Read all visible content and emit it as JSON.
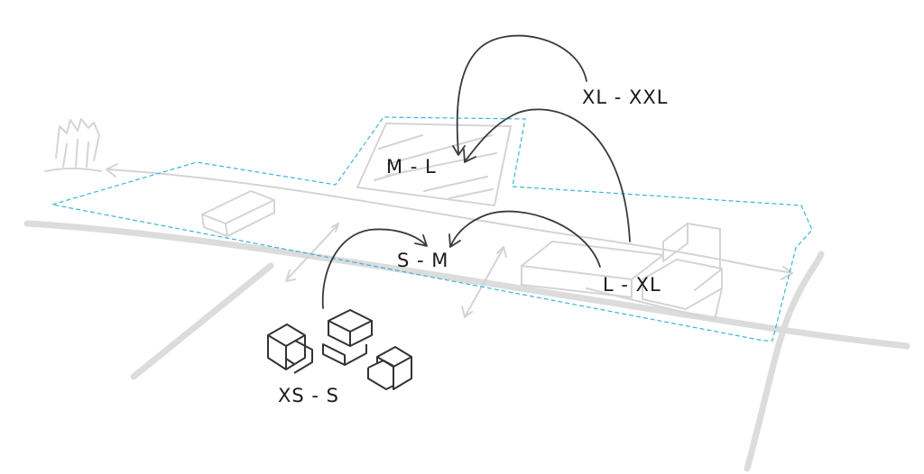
{
  "labels": {
    "xl_xxl": "XL - XXL",
    "m_l": "M - L",
    "s_m": "S - M",
    "l_xl": "L - XL",
    "xs_s": "XS - S"
  },
  "colors": {
    "outline": "#3ab4d8",
    "road": "#dcdcdc",
    "sketch": "#d4d4d4",
    "arrow": "#3a3a3a",
    "blocks": "#333333"
  }
}
